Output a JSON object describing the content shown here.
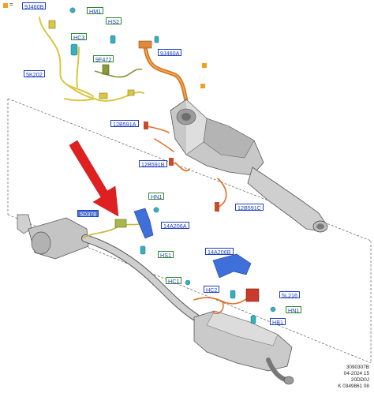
{
  "labels": {
    "9J460B": "9J460B",
    "HM1": "HM1",
    "HS2": "HS2",
    "HC3": "HC3",
    "9J460A": "9J460A",
    "9F472": "9F472",
    "5K202": "5K202",
    "12B591A": "12B591A",
    "12B591B": "12B591B",
    "12B591C": "12B591C",
    "HN1_top": "HN1",
    "5D378": "5D378",
    "14A206A": "14A206A",
    "HS1": "HS1",
    "14A206B": "14A206B",
    "HC1": "HC1",
    "HC2": "HC2",
    "5L216": "5L216",
    "HN1_bottom": "HN1",
    "HB1": "HB1"
  },
  "legend": {
    "equals": "="
  },
  "stamp": {
    "line1": "3090307B",
    "line2": "04-2024 15",
    "line3": "20DD0J",
    "line4": "K 0349861 08"
  },
  "colors": {
    "label_blue": "#1f3fbf",
    "label_green_border": "#2a8a2a",
    "harness_yellow": "#d9c641",
    "harness_orange": "#e0702a",
    "pipe_orange": "#d4781e",
    "bracket_blue": "#3f6fd8",
    "arrow_red": "#e02020",
    "connector_cyan": "#36b0c0"
  }
}
